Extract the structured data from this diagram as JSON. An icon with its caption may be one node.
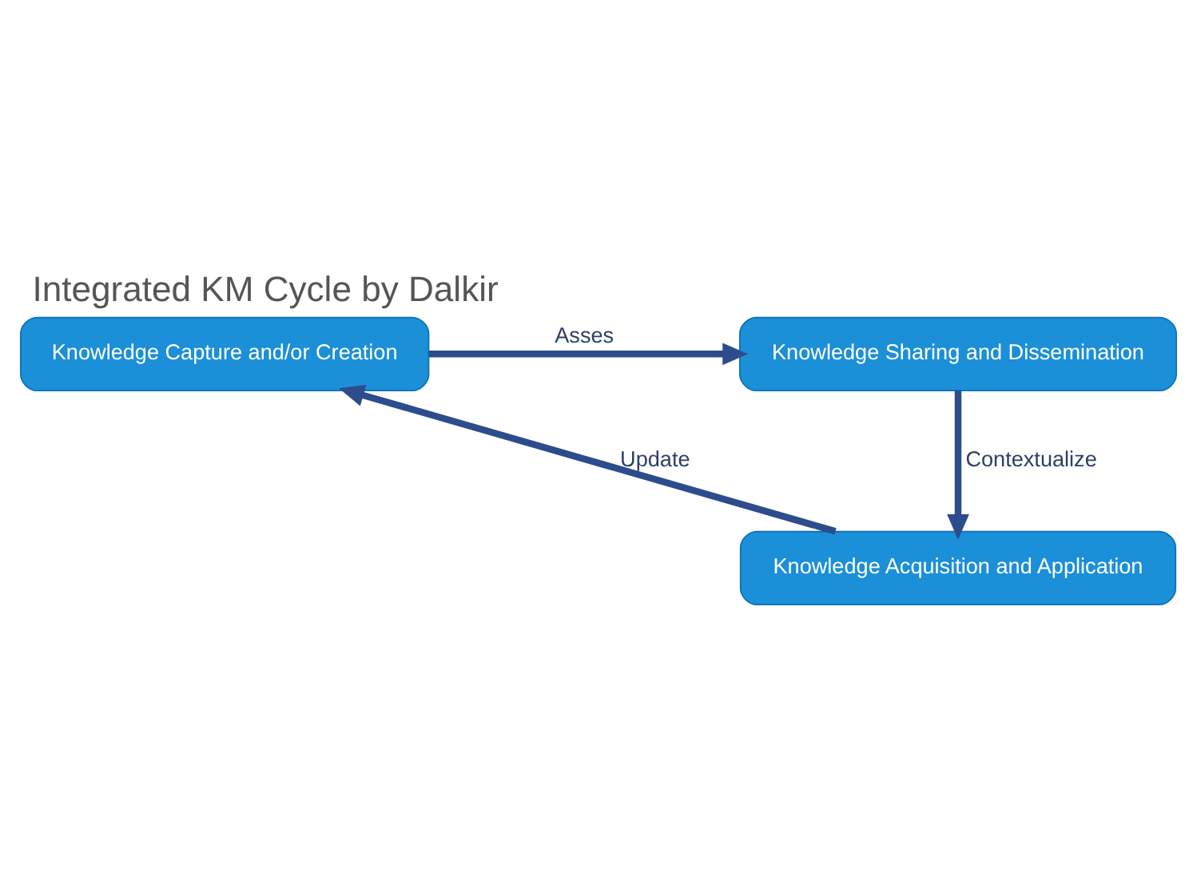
{
  "diagram": {
    "title": "Integrated KM Cycle by Dalkir",
    "nodes": [
      {
        "text": [
          "Knowledge Capture and/or Creation"
        ]
      },
      {
        "text": [
          "Knowledge Sharing and Dissemination"
        ]
      },
      {
        "text": [
          "Knowledge Acquisition and Application"
        ]
      }
    ],
    "edges": [
      {
        "from": 0,
        "to": 1,
        "arrow": "to",
        "label": "Asses"
      },
      {
        "from": 1,
        "to": 2,
        "arrow": "to",
        "label": "Contextualize"
      },
      {
        "from": 2,
        "to": 0,
        "arrow": "to",
        "label": "Update"
      }
    ]
  }
}
